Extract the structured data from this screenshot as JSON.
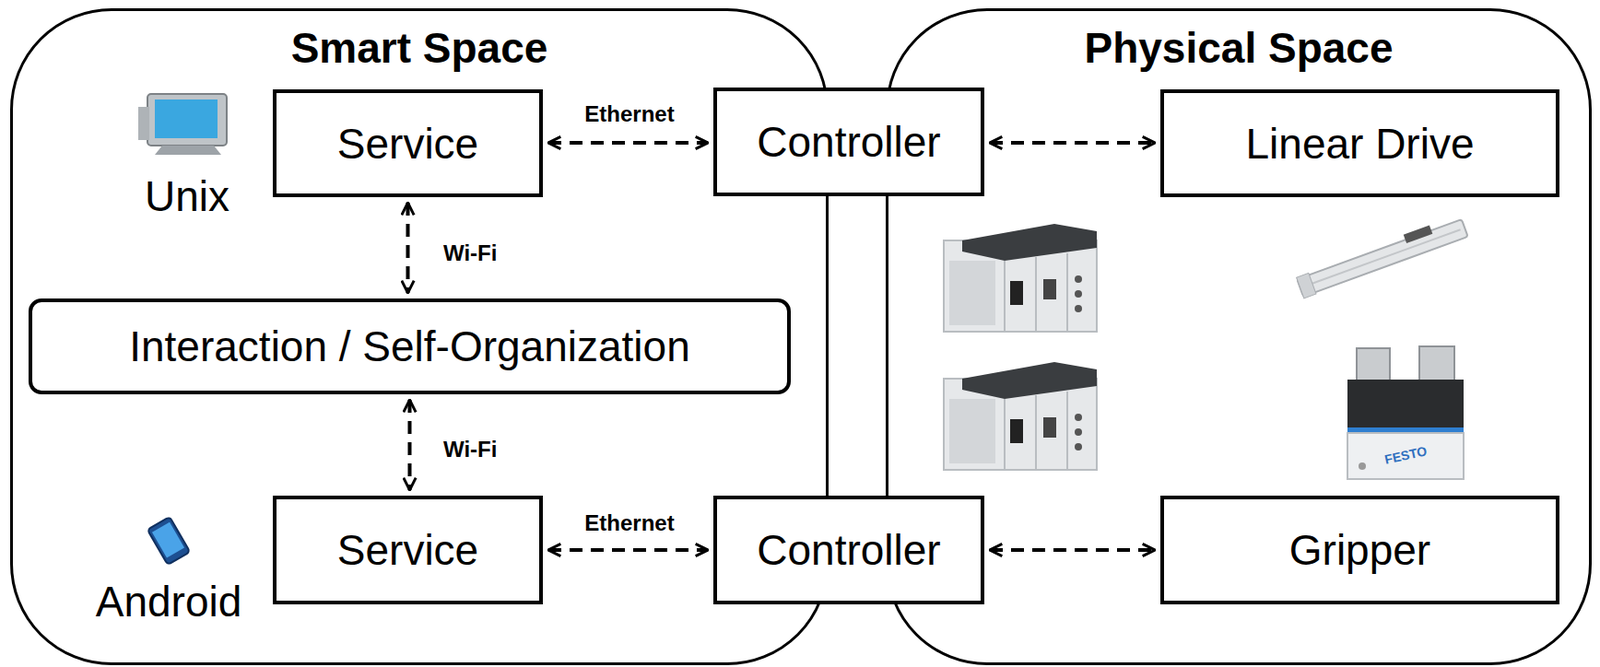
{
  "diagram": {
    "nodes": [
      {
        "text": [
          "Smart Space"
        ]
      },
      {
        "text": [
          "Physical Space"
        ]
      },
      {
        "text": [
          "Service"
        ],
        "in": 0
      },
      {
        "text": [
          "Controller"
        ]
      },
      {
        "text": [
          "Linear Drive"
        ],
        "in": 1
      },
      {
        "text": [
          "Interaction / Self-Organization"
        ],
        "in": 0
      },
      {
        "text": [
          "Service"
        ],
        "in": 0
      },
      {
        "text": [
          "Controller"
        ]
      },
      {
        "text": [
          "Gripper"
        ],
        "in": 1
      }
    ],
    "edges": [
      {
        "from": 2,
        "to": 3,
        "label": "Ethernet",
        "arrow": "both"
      },
      {
        "from": 3,
        "to": 4,
        "arrow": "both"
      },
      {
        "from": 2,
        "to": 5,
        "label": "Wi-Fi",
        "arrow": "both"
      },
      {
        "from": 5,
        "to": 6,
        "label": "Wi-Fi",
        "arrow": "both"
      },
      {
        "from": 6,
        "to": 7,
        "label": "Ethernet",
        "arrow": "both"
      },
      {
        "from": 7,
        "to": 8,
        "arrow": "both"
      }
    ],
    "labels": [
      "Unix",
      "Android",
      "FESTO"
    ]
  }
}
